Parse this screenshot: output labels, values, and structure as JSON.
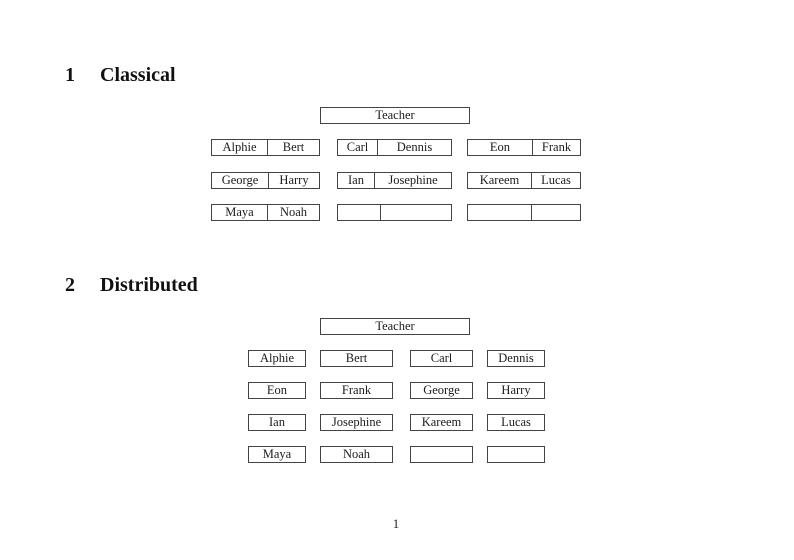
{
  "document": {
    "page_number": "1"
  },
  "colors": {
    "background": "#ffffff",
    "border": "#444444",
    "text": "#1c1c1c"
  },
  "classical": {
    "heading_number": "1",
    "heading_title": "Classical",
    "teacher_label": "Teacher",
    "desks": [
      [
        "Alphie",
        "Bert"
      ],
      [
        "Carl",
        "Dennis"
      ],
      [
        "Eon",
        "Frank"
      ],
      [
        "George",
        "Harry"
      ],
      [
        "Ian",
        "Josephine"
      ],
      [
        "Kareem",
        "Lucas"
      ],
      [
        "Maya",
        "Noah"
      ],
      [
        "",
        ""
      ],
      [
        "",
        ""
      ]
    ]
  },
  "distributed": {
    "heading_number": "2",
    "heading_title": "Distributed",
    "teacher_label": "Teacher",
    "seats": [
      "Alphie",
      "Bert",
      "Carl",
      "Dennis",
      "Eon",
      "Frank",
      "George",
      "Harry",
      "Ian",
      "Josephine",
      "Kareem",
      "Lucas",
      "Maya",
      "Noah",
      "",
      ""
    ]
  }
}
